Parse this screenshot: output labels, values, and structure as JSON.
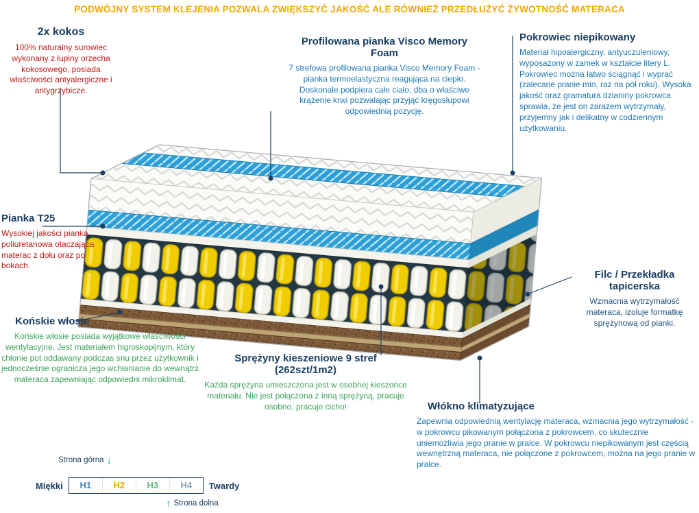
{
  "banner": "PODWÓJNY SYSTEM KLEJENIA POZWALA ZWIĘKSZYĆ JAKOŚĆ ALE RÓWNIEŻ PRZEDŁUŻYĆ ŻYWOTNOŚĆ MATERACA",
  "annotations": {
    "kokos": {
      "title": "2x kokos",
      "body": "100% naturalny surowiec wykonany z łupiny orzecha kokosowego, posiada właściwości antyalergiczne i antygrzybicze."
    },
    "visco": {
      "title": "Profilowana pianka Visco Memory Foam",
      "body": "7 strefowa profilowana pianka Visco Memory Foam - pianka termoelastyczna reagująca na ciepło.  Doskonale podpiera całe ciało, dba o właściwe krążenie krwi pozwalając przyjąć kręgosłupowi odpowiednią pozycję."
    },
    "pokrowiec": {
      "title": "Pokrowiec niepikowany",
      "body": "Materiał hipoalergiczny, antyuczuleniowy, wyposażony w zamek w kształcie litery L. Pokrowiec można łatwo ściągnąć i wyprać (zalecane pranie min. raz na pół roku). Wysoka jakość oraz gramatura dzianiny pokrowca sprawia, że jest on zarazem wytrzymały, przyjemny jak i delikatny w codziennym użytkowaniu."
    },
    "pianka": {
      "title": "Pianka T25",
      "body": "Wysokiej jakości pianka poliuretanowa otaczająca materac z dołu oraz po bokach."
    },
    "konskie": {
      "title": "Końskie włosie",
      "body": "Końskie włosie posiada wyjątkowe właściwości wentylacyjne. Jest materiałem higroskopijnym, który chłonie pot oddawany podczas snu przez użytkownik i jednocześnie ogranicza jego wchłanianie do wewnątrz materaca zapewniając odpowiedni mikroklimat."
    },
    "filc": {
      "title": "Filc / Przekładka tapicerska",
      "body": "Wzmacnia wytrzymałość materaca, izoluje formatkę sprężynową od pianki."
    },
    "sprezyny": {
      "title": "Sprężyny kieszeniowe 9 stref (262szt/1m2)",
      "body": "Każda sprężyna umieszczona jest w osobnej kieszonce materiału. Nie jest połączona z inną sprężyną, pracuje osobno, pracuje cicho!"
    },
    "wlokno": {
      "title": "Włókno klimatyzujące",
      "body": "Zapewnia odpowiednią wentylację materaca, wzmacnia jego wytrzymałość - w pokrowcu pikowanym połączona z pokrowcem, co skutecznie uniemożliwia jego pranie w pralce. W pokrowcu niepikowanym jest częścią wewnętrzną materaca, nie połączone z pokrowcem, można na jego pranie w pralce."
    }
  },
  "scale": {
    "top_label": "Strona górna",
    "bottom_label": "Strona dolna",
    "soft_label": "Miękki",
    "hard_label": "Twardy",
    "arrow_down": "↓",
    "arrow_up": "↑",
    "levels": [
      {
        "label": "H1",
        "color": "#4a7fbf"
      },
      {
        "label": "H2",
        "color": "#e8a000"
      },
      {
        "label": "H3",
        "color": "#69b87c"
      },
      {
        "label": "H4",
        "color": "#8aa0b8"
      }
    ]
  },
  "colors": {
    "banner": "#f2a800",
    "heading": "#1b3f63",
    "red_text": "#c41a1a",
    "blue_text": "#1f78b4",
    "green_text": "#3da15c",
    "connector_line": "#1b3f63",
    "arrow_teal": "#2aa9a0",
    "spring_yellow": "#f0cd00",
    "visco_blue": "#2d9fd6",
    "coconut_brown": "#7d5a3a"
  }
}
